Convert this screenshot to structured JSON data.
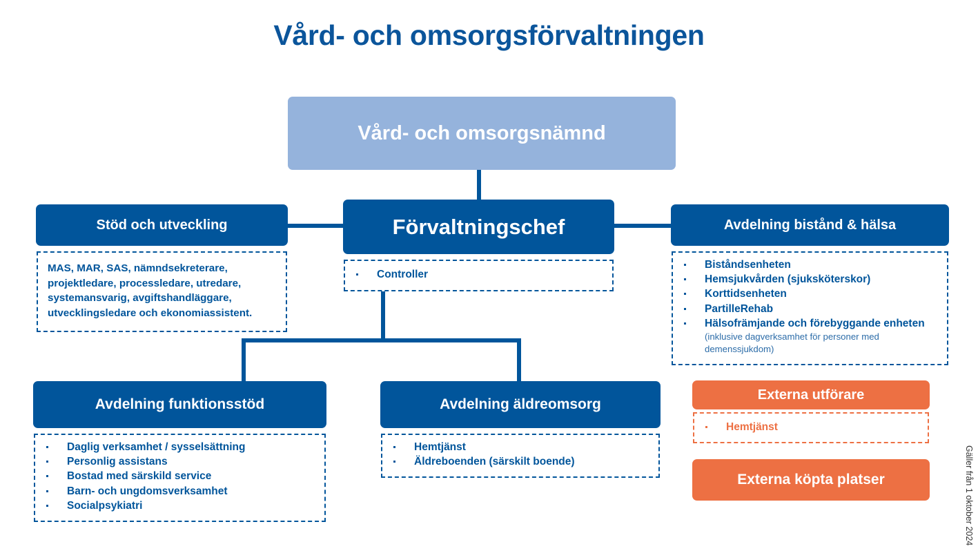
{
  "title": "Vård- och omsorgsförvaltningen",
  "colors": {
    "dark_blue": "#01559B",
    "light_blue": "#95B3DC",
    "orange": "#ED7043",
    "subnote_blue": "#2C6CA8",
    "white": "#FFFFFF"
  },
  "board": {
    "label": "Vård- och omsorgsnämnd"
  },
  "director": {
    "label": "Förvaltningschef",
    "items": [
      "Controller"
    ]
  },
  "support": {
    "label": "Stöd och utveckling",
    "text": "MAS, MAR, SAS, nämndsekreterare, projektledare, processledare, utredare, systemansvarig, avgiftshandläggare, utvecklingsledare och ekonomiassistent."
  },
  "assistance_health": {
    "label": "Avdelning bistånd & hälsa",
    "items": [
      {
        "text": "Biståndsenheten"
      },
      {
        "text": "Hemsjukvården (sjuksköterskor)"
      },
      {
        "text": "Korttidsenheten"
      },
      {
        "text": "PartilleRehab"
      },
      {
        "text": "Hälsofrämjande och förebyggande enheten",
        "note": "(inklusive dagverksamhet för personer med demenssjukdom)"
      }
    ]
  },
  "functional_support": {
    "label": "Avdelning funktionsstöd",
    "items": [
      "Daglig verksamhet / sysselsättning",
      "Personlig assistans",
      "Bostad med särskild service",
      "Barn- och ungdomsverksamhet",
      "Socialpsykiatri"
    ]
  },
  "elderly_care": {
    "label": "Avdelning äldreomsorg",
    "items": [
      "Hemtjänst",
      "Äldreboenden (särskilt boende)"
    ]
  },
  "external_providers": {
    "label": "Externa utförare",
    "items": [
      "Hemtjänst"
    ]
  },
  "external_purchased": {
    "label": "Externa köpta platser"
  },
  "footer": {
    "validity": "Gäller från 1 oktober 2024"
  }
}
